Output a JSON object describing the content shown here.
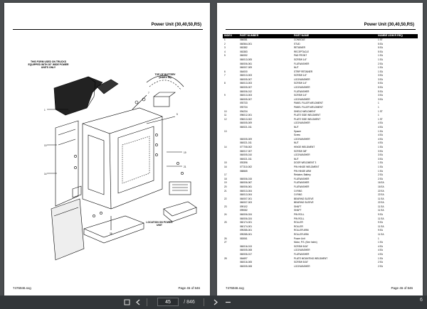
{
  "left_page": {
    "header": "Power Unit (30,40,50,RS)",
    "callout_truck": "THIS FORM USED ON TRUCKS EQUIPPED WITH 30\" WIDE POWER UNITS ONLY",
    "callout_battery": "TOP OF BATTERY (INDEX 58)",
    "callout_location": "LOCATION ON POWER UNIT",
    "footer_left": "7476946.svg",
    "footer_right": "Page 45 of 846"
  },
  "right_page": {
    "header": "Power Unit (30,40,50,RS)",
    "columns": [
      "INDEX",
      "PART NUMBER",
      "PART NAME",
      "NUMBE UOM R REQ"
    ],
    "rows": [
      [
        "1",
        "066081",
        "CONSOLE",
        "1 ST"
      ],
      [
        "2",
        "060564-001",
        "STUD",
        "5 EA"
      ],
      [
        "3",
        "063382",
        "RETAINER",
        "5 EA"
      ],
      [
        "4",
        "063383",
        "RECEPTACLE",
        "5 EA"
      ],
      [
        "5",
        "060052",
        "PAD FRONT",
        "1 EA"
      ],
      [
        "",
        "060013-005",
        "SCREW 1/4\"",
        "1 EA"
      ],
      [
        "",
        "060006-061",
        "FLATWASHER",
        "2 EA"
      ],
      [
        "",
        "060007-009",
        "NUT",
        "1 EA"
      ],
      [
        "6",
        "064000",
        "STRIP RETAINER",
        "1 EA"
      ],
      [
        "7",
        "060013-003",
        "SCREW 1/4\"",
        "3 EA"
      ],
      [
        "",
        "060005-007",
        "LOCKWASHER",
        "3 EA"
      ],
      [
        "8",
        "060013-003",
        "SCREW 1/4\"",
        "5 EA"
      ],
      [
        "",
        "060005-007",
        "LOCKWASHER",
        "5 EA"
      ],
      [
        "",
        "060006-012",
        "FLATWASHER",
        "5 EA"
      ],
      [
        "9",
        "060013-003",
        "SCREW 1/4\"",
        "3 EA"
      ],
      [
        "",
        "060005-007",
        "LOCKWASHER",
        "3 EA"
      ],
      [
        "",
        "093733",
        "PANEL FILLER WELDMENT",
        "1"
      ],
      [
        "",
        "093734",
        "PANEL FILLER WELDMENT",
        "1"
      ],
      [
        "10",
        "094234",
        "SHIELD WELDMENT",
        "1 ST"
      ],
      [
        "11",
        "096012-001",
        "PLATE SIDE WELDMENT",
        "1"
      ],
      [
        "12",
        "096013-002",
        "PLATE SIDE WELDMENT",
        "1 ST"
      ],
      [
        "",
        "060005-009",
        "LOCKWASHER",
        "4 EA"
      ],
      [
        "",
        "060021-011",
        "NUT",
        "4 EA"
      ],
      [
        "13",
        "",
        "Spacer",
        "1 EA"
      ],
      [
        "",
        "",
        "Screw",
        "4 EA"
      ],
      [
        "",
        "060005-009",
        "LOCKWASHER",
        "4 EA"
      ],
      [
        "",
        "060021-011",
        "NUT",
        "4 EA"
      ],
      [
        "14",
        "077708-002",
        "HINGE WELDMENT",
        "1 EA"
      ],
      [
        "",
        "060017-007",
        "SCREW 3/8\"",
        "3 EA"
      ],
      [
        "",
        "060005-010",
        "LOCKWASHER",
        "3 EA"
      ],
      [
        "",
        "060021-011",
        "NUT",
        "3 EA"
      ],
      [
        "15",
        "093396",
        "DOOR WELDMENT 3",
        "1 EA"
      ],
      [
        "16",
        "077310-002",
        "PIN HINGE WELDMENT",
        "1 EA"
      ],
      [
        "",
        "068665",
        "PIN HINGE ARM",
        "1 EA"
      ],
      [
        "17",
        "",
        "Retainer, Battery",
        "2 EA"
      ],
      [
        "18",
        "060006-015",
        "FLATWASHER",
        "2 EA"
      ],
      [
        "19",
        "060006-067",
        "FLATWASHER",
        "16 EA"
      ],
      [
        "20",
        "060006-061",
        "FLATWASHER",
        "16 EA"
      ],
      [
        "21",
        "060013-004",
        "O-RING",
        "22 EA"
      ],
      [
        "",
        "060013-004",
        "O-RING",
        "22 EA"
      ],
      [
        "22",
        "060007-001",
        "BEARING SLEEVE",
        "11 EA"
      ],
      [
        "",
        "060007-003",
        "BEARING SLEEVE",
        "22 EA"
      ],
      [
        "23",
        "099102",
        "SHAFT",
        "11 EA"
      ],
      [
        "",
        "099082",
        "SHAFT",
        "11 EA"
      ],
      [
        "24",
        "060006-024",
        "PIN ROLL",
        "9 EA"
      ],
      [
        "",
        "060006-024",
        "PIN ROLL",
        "11 EA"
      ],
      [
        "25",
        "060174-001",
        "ROLLER",
        "9 EA"
      ],
      [
        "",
        "060174-001",
        "ROLLER",
        "11 EA"
      ],
      [
        "",
        "099285-001",
        "ROLLER ARM",
        "9 EA"
      ],
      [
        "",
        "099285-001",
        "ROLLER ARM",
        "11 EA"
      ],
      [
        "26",
        "063061",
        "Power Unit",
        "1"
      ],
      [
        "27",
        "",
        "Motor, P.S. (See Index)",
        "1 EA"
      ],
      [
        "",
        "060016-013",
        "SCREW 5/16\"",
        "4 EA"
      ],
      [
        "",
        "060005-008",
        "LOCKWASHER",
        "4 EA"
      ],
      [
        "",
        "060006-017",
        "FLATWASHER",
        "4 EA"
      ],
      [
        "28",
        "064697",
        "PLATE MOUNTING WELDMENT",
        "1 EA"
      ],
      [
        "",
        "060016-005",
        "SCREW 5/16\"",
        "2 EA"
      ],
      [
        "",
        "060005-008",
        "LOCKWASHER",
        "2 EA"
      ]
    ],
    "footer_left": "7476946.svg",
    "footer_right": "Page 46 of 846"
  },
  "toolbar": {
    "current_page": "45",
    "page_count": "/ 846",
    "zoom": "6"
  }
}
